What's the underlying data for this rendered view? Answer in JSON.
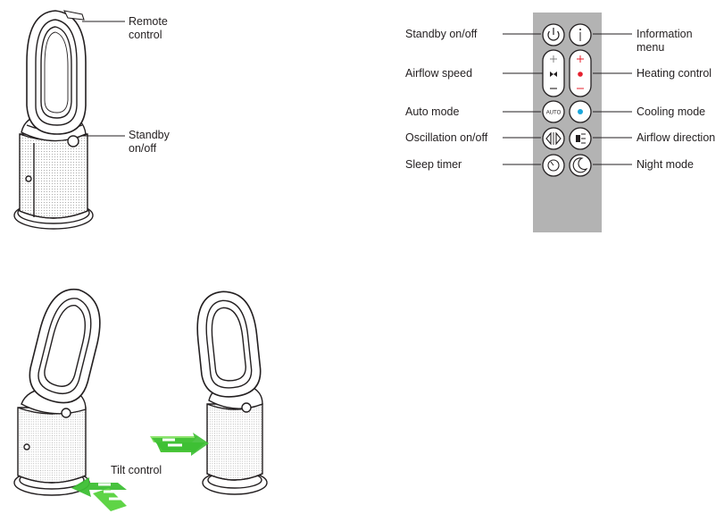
{
  "colors": {
    "remote_body": "#b3b3b3",
    "heating_red": "#e5202e",
    "cooling_blue": "#1aa7dc",
    "arrow_green_light": "#6fdc4f",
    "arrow_green_dark": "#2bb12c",
    "line": "#231f20"
  },
  "fan_diagram": {
    "remote_control": "Remote\ncontrol",
    "standby": "Standby\non/off"
  },
  "remote": {
    "standby_onoff": "Standby on/off",
    "information_menu": "Information\nmenu",
    "airflow_speed": "Airflow speed",
    "heating_control": "Heating control",
    "auto_mode": "Auto mode",
    "cooling_mode": "Cooling mode",
    "oscillation_onoff": "Oscillation on/off",
    "airflow_direction": "Airflow direction",
    "sleep_timer": "Sleep timer",
    "night_mode": "Night mode",
    "auto_button_text": "AUTO"
  },
  "tilt": {
    "label": "Tilt control"
  }
}
